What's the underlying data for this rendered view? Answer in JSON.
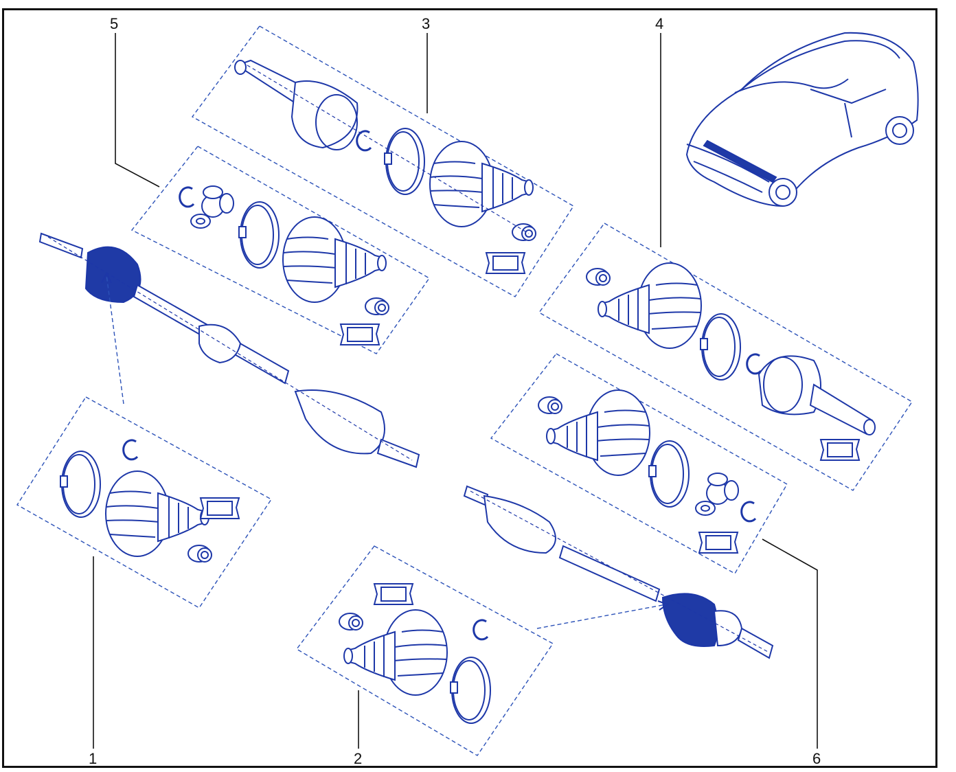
{
  "figure": {
    "callouts": [
      "1",
      "2",
      "3",
      "4",
      "5",
      "6"
    ]
  },
  "colors": {
    "ink": "#1d37a8",
    "fill_dark": "#1f3aa6",
    "frame": "#111111",
    "background": "#ffffff"
  },
  "icons": {
    "vehicle": "suv-car-icon",
    "shafts": "drive-shaft-icon",
    "boots": "cv-boot-icon",
    "clamps": "clamp-ring-icon",
    "grease": "grease-sachet-icon",
    "tripod": "tripod-joint-icon"
  }
}
